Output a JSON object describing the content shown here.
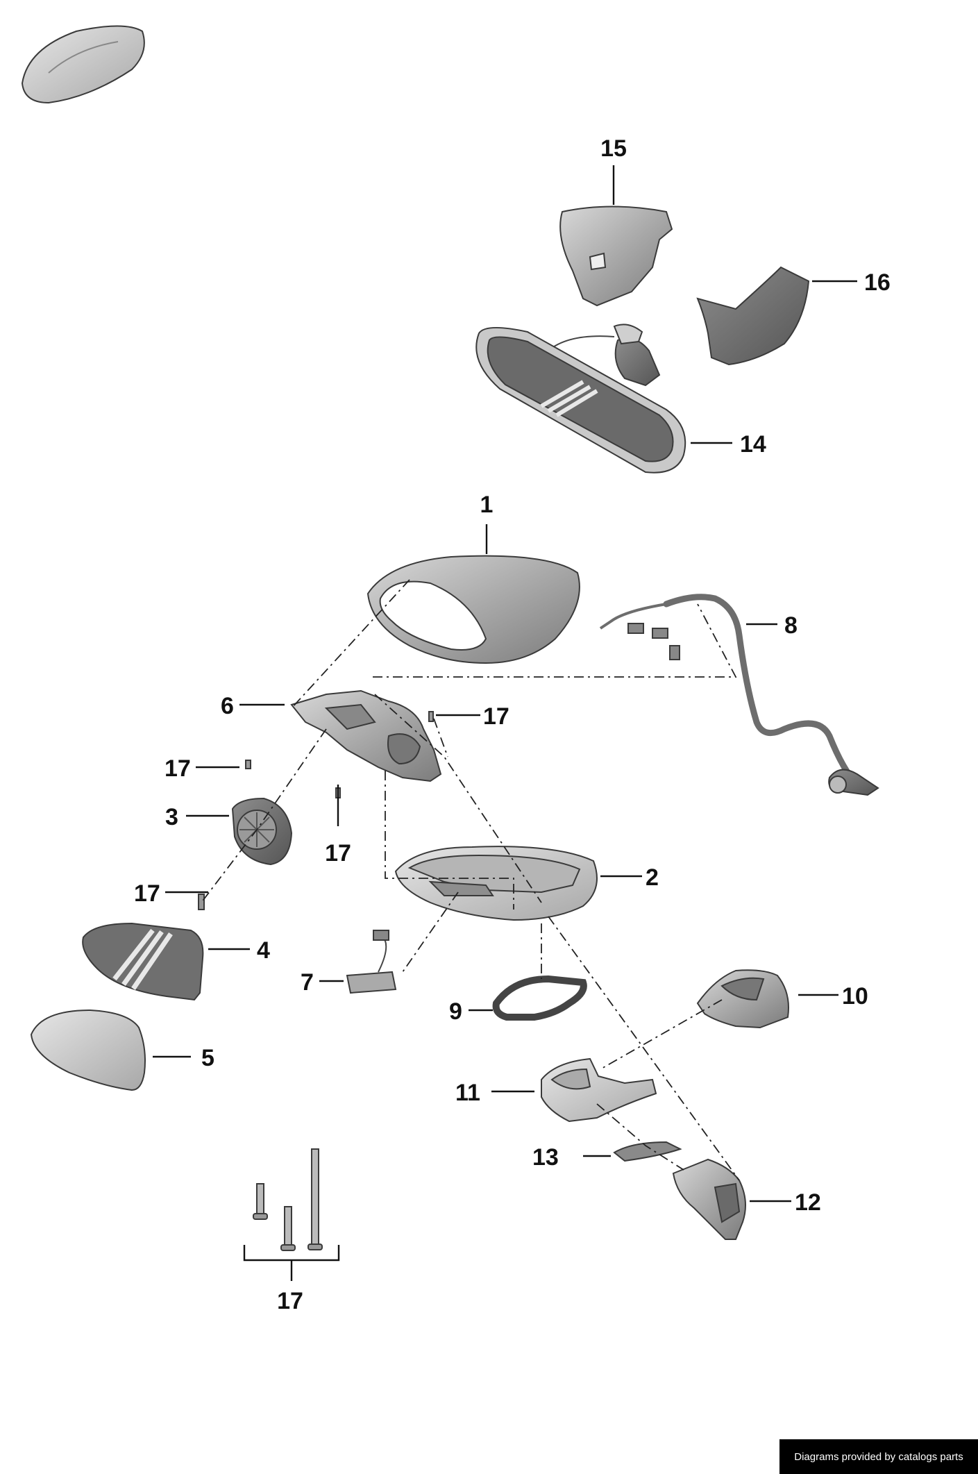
{
  "callouts": {
    "p1": "1",
    "p2": "2",
    "p3": "3",
    "p4": "4",
    "p5": "5",
    "p6": "6",
    "p7": "7",
    "p8": "8",
    "p9": "9",
    "p10": "10",
    "p11": "11",
    "p12": "12",
    "p13": "13",
    "p14": "14",
    "p15": "15",
    "p16": "16",
    "p17a": "17",
    "p17b": "17",
    "p17c": "17",
    "p17d": "17",
    "p17e": "17"
  },
  "credit": "Diagrams provided by catalogs parts",
  "colors": {
    "part_fill": "#9a9a9a",
    "glass_fill": "#6d6d6d",
    "light_fill": "#c8c8c8",
    "background": "#ffffff"
  }
}
